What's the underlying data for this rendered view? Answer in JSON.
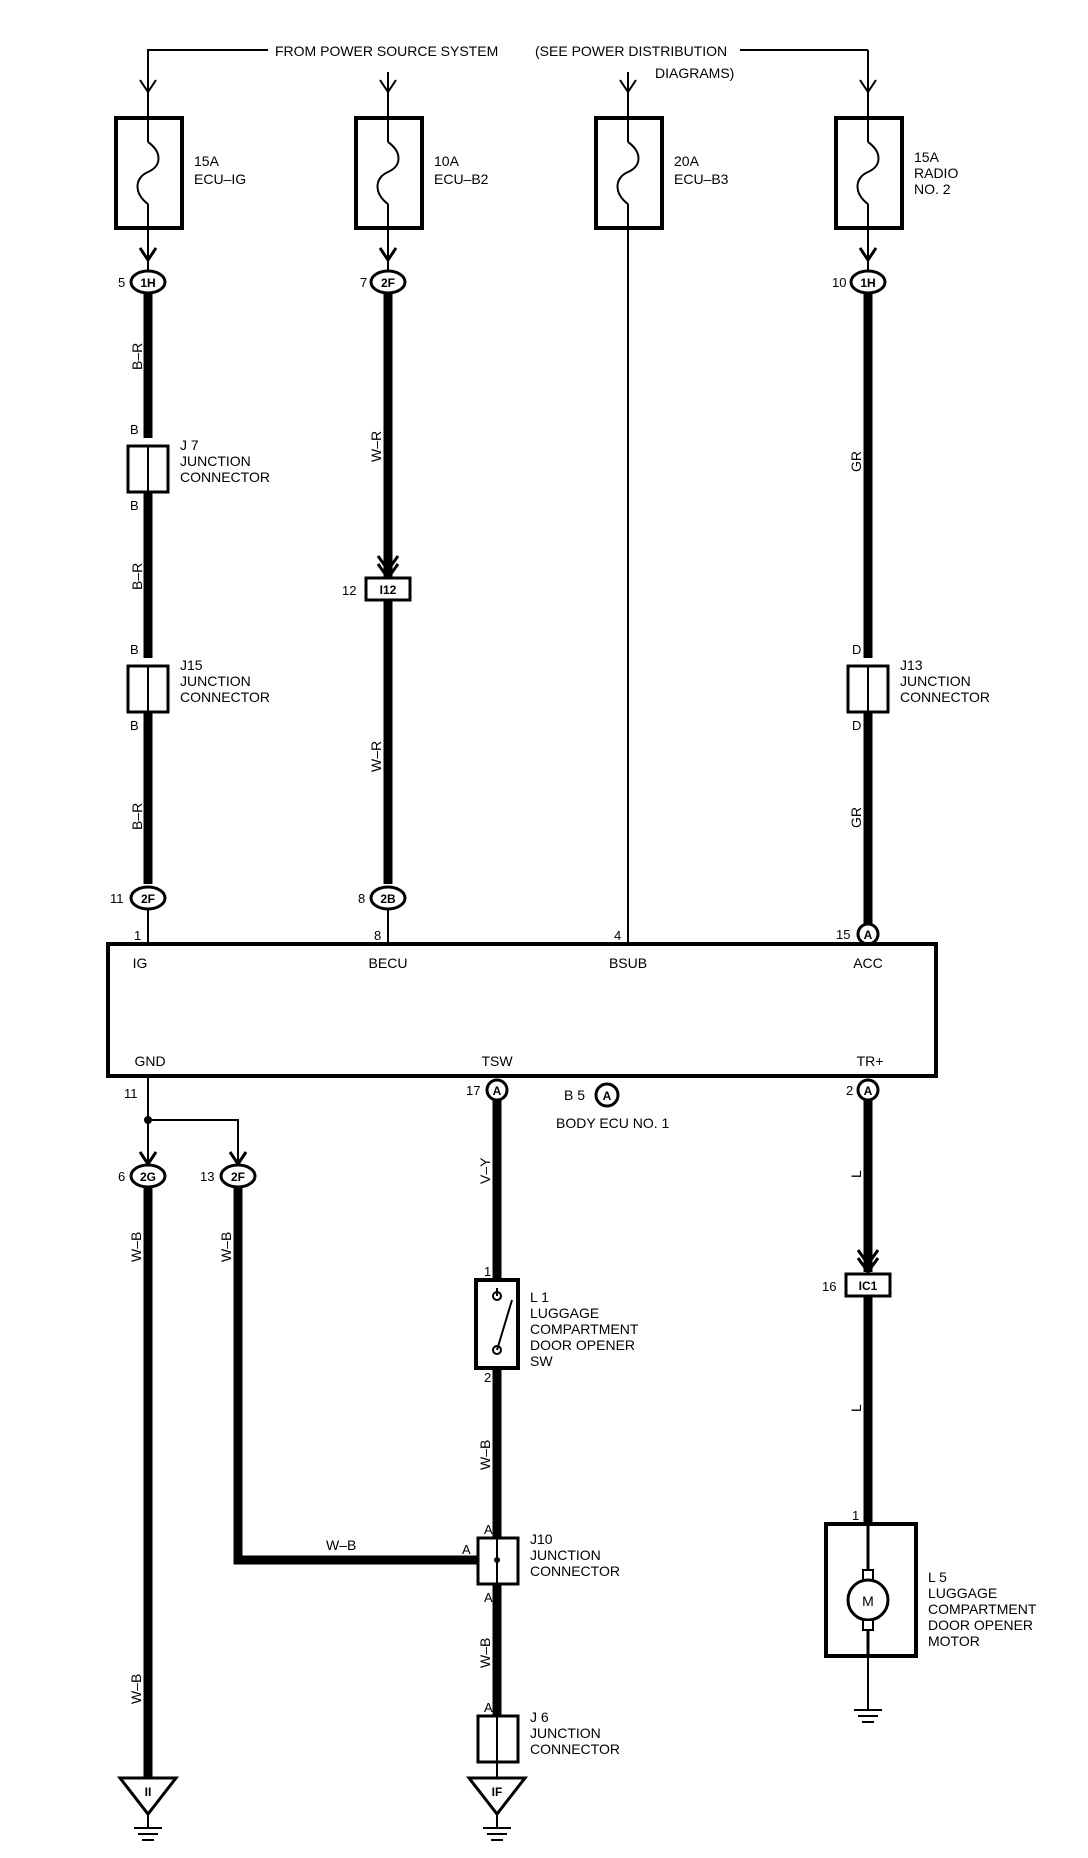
{
  "header": {
    "line1": "FROM POWER SOURCE SYSTEM",
    "line1b": "(SEE POWER DISTRIBUTION",
    "line2": "DIAGRAMS)"
  },
  "fuses": [
    {
      "amp": "15A",
      "name": "ECU–IG"
    },
    {
      "amp": "10A",
      "name": "ECU–B2"
    },
    {
      "amp": "20A",
      "name": "ECU–B3"
    },
    {
      "amp": "15A",
      "name": "RADIO",
      "name2": "NO. 2"
    }
  ],
  "col1": {
    "top_pin": "5",
    "top_conn": "1H",
    "color": "B–R",
    "j_pin": "B",
    "j7": {
      "id": "J 7",
      "line1": "JUNCTION",
      "line2": "CONNECTOR"
    },
    "j15": {
      "id": "J15",
      "line1": "JUNCTION",
      "line2": "CONNECTOR"
    },
    "bot_pin": "11",
    "bot_conn": "2F",
    "ecu_pin": "1",
    "ecu_label": "IG"
  },
  "col2": {
    "top_pin": "7",
    "top_conn": "2F",
    "color": "W–R",
    "mid_pin": "12",
    "mid_conn": "I12",
    "bot_pin": "8",
    "bot_conn": "2B",
    "ecu_pin": "8",
    "ecu_label": "BECU"
  },
  "col3": {
    "ecu_pin": "4",
    "ecu_label": "BSUB"
  },
  "col4": {
    "top_pin": "10",
    "top_conn": "1H",
    "color": "GR",
    "j_pin": "D",
    "j13": {
      "id": "J13",
      "line1": "JUNCTION",
      "line2": "CONNECTOR"
    },
    "ecu_pin": "15",
    "ecu_conn": "A",
    "ecu_label": "ACC"
  },
  "ecu": {
    "gnd_label": "GND",
    "tsw_label": "TSW",
    "tr_label": "TR+",
    "code": "B 5",
    "code_conn": "A",
    "name": "BODY ECU NO. 1"
  },
  "gnd": {
    "ecu_pin": "11",
    "left_pin": "6",
    "left_conn": "2G",
    "right_pin": "13",
    "right_conn": "2F",
    "color": "W–B",
    "ground_left": "II"
  },
  "tsw": {
    "ecu_pin": "17",
    "ecu_conn": "A",
    "color": "V–Y",
    "sw_pin1": "1",
    "sw_pin2": "2",
    "l1": {
      "id": "L 1",
      "line1": "LUGGAGE",
      "line2": "COMPARTMENT",
      "line3": "DOOR OPENER",
      "line4": "SW"
    },
    "color2": "W–B",
    "j10": {
      "id": "J10",
      "line1": "JUNCTION",
      "line2": "CONNECTOR",
      "pin": "A"
    },
    "j6": {
      "id": "J 6",
      "line1": "JUNCTION",
      "line2": "CONNECTOR",
      "pin": "A"
    },
    "ground": "IF"
  },
  "tr": {
    "ecu_pin": "2",
    "ecu_conn": "A",
    "color": "L",
    "mid_pin": "16",
    "mid_conn": "IC1",
    "motor_pin": "1",
    "motor_symbol": "M",
    "l5": {
      "id": "L 5",
      "line1": "LUGGAGE",
      "line2": "COMPARTMENT",
      "line3": "DOOR OPENER",
      "line4": "MOTOR"
    }
  }
}
